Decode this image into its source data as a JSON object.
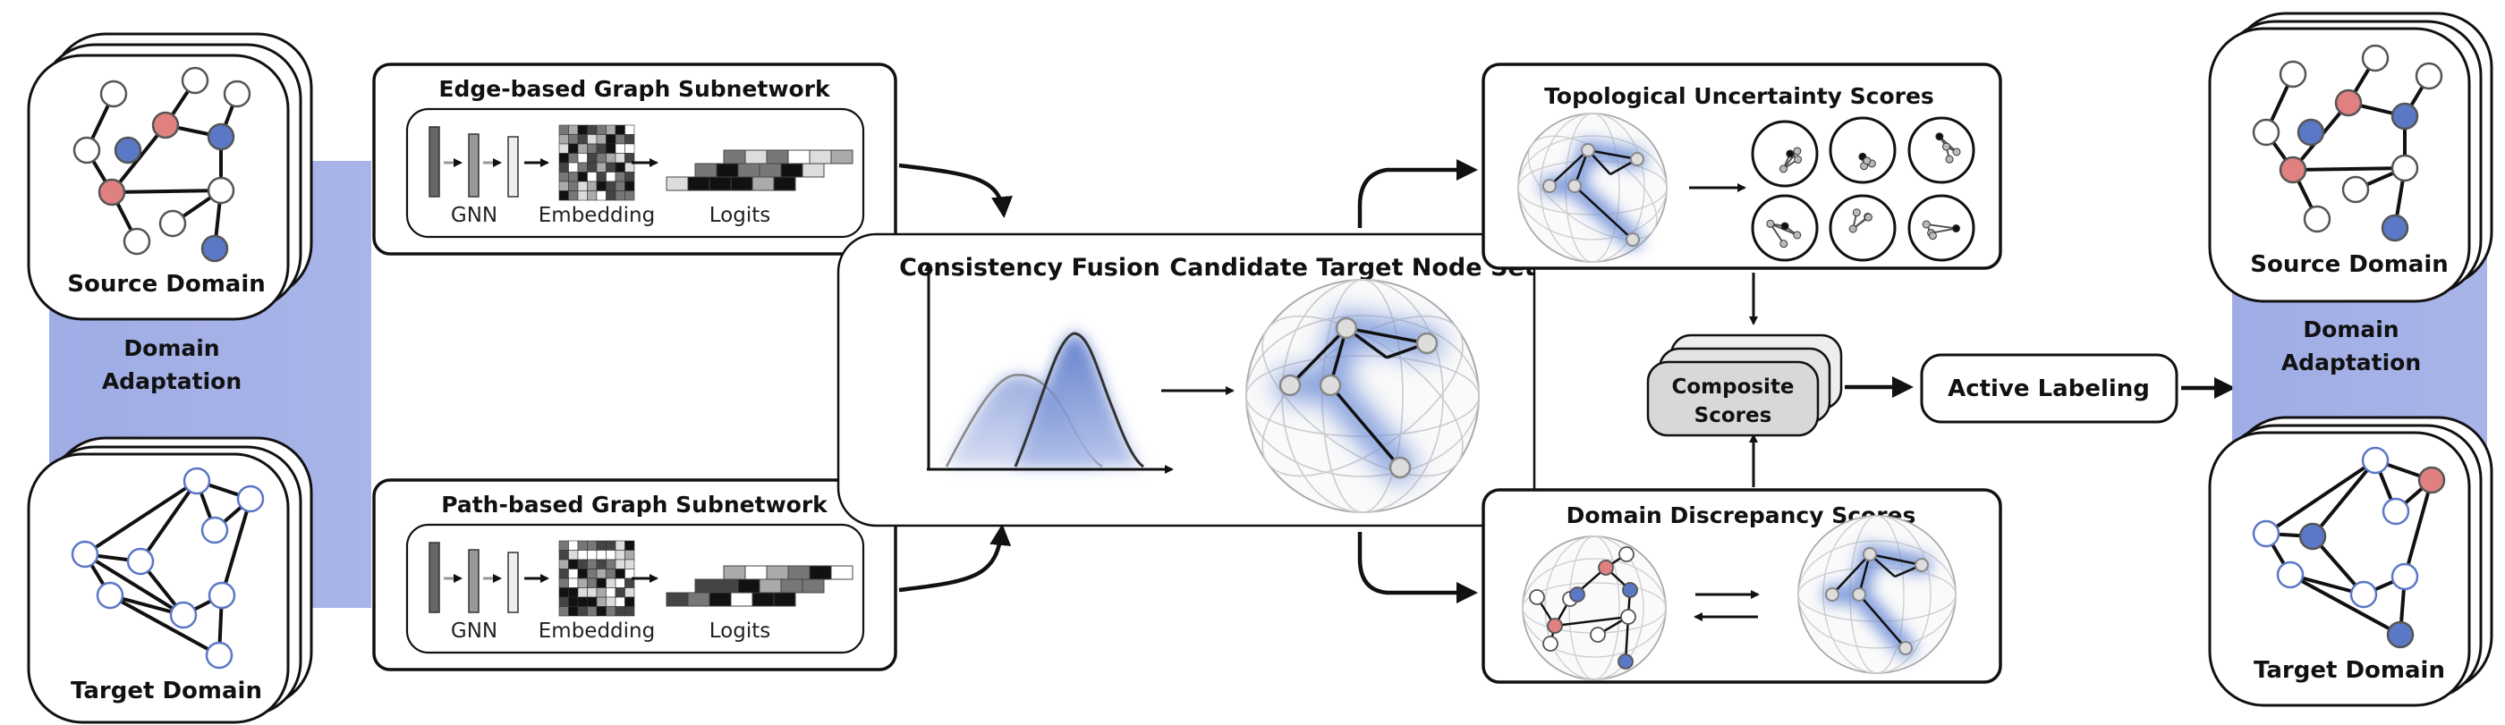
{
  "left_panel": {
    "source_label": "Source Domain",
    "target_label": "Target Domain",
    "adaptation_label_line1": "Domain",
    "adaptation_label_line2": "Adaptation"
  },
  "right_panel": {
    "source_label": "Source Domain",
    "target_label": "Target Domain",
    "adaptation_label_line1": "Domain",
    "adaptation_label_line2": "Adaptation"
  },
  "edge_subnetwork": {
    "title": "Edge-based Graph Subnetwork",
    "gnn_label": "GNN",
    "embedding_label": "Embedding",
    "logits_label": "Logits"
  },
  "path_subnetwork": {
    "title": "Path-based Graph Subnetwork",
    "gnn_label": "GNN",
    "embedding_label": "Embedding",
    "logits_label": "Logits"
  },
  "center": {
    "fusion_title": "Consistency Fusion",
    "candidate_title": "Candidate Target Node Set"
  },
  "topological": {
    "title": "Topological Uncertainty Scores"
  },
  "discrepancy": {
    "title": "Domain Discrepancy Scores"
  },
  "composite": {
    "line1": "Composite",
    "line2": "Scores"
  },
  "active_labeling": {
    "label": "Active Labeling"
  },
  "colors": {
    "red_node": "#e08080",
    "blue_node": "#5b78c6",
    "adaptation_band": "#9aa8e4",
    "glow": "#6f8fd8"
  }
}
